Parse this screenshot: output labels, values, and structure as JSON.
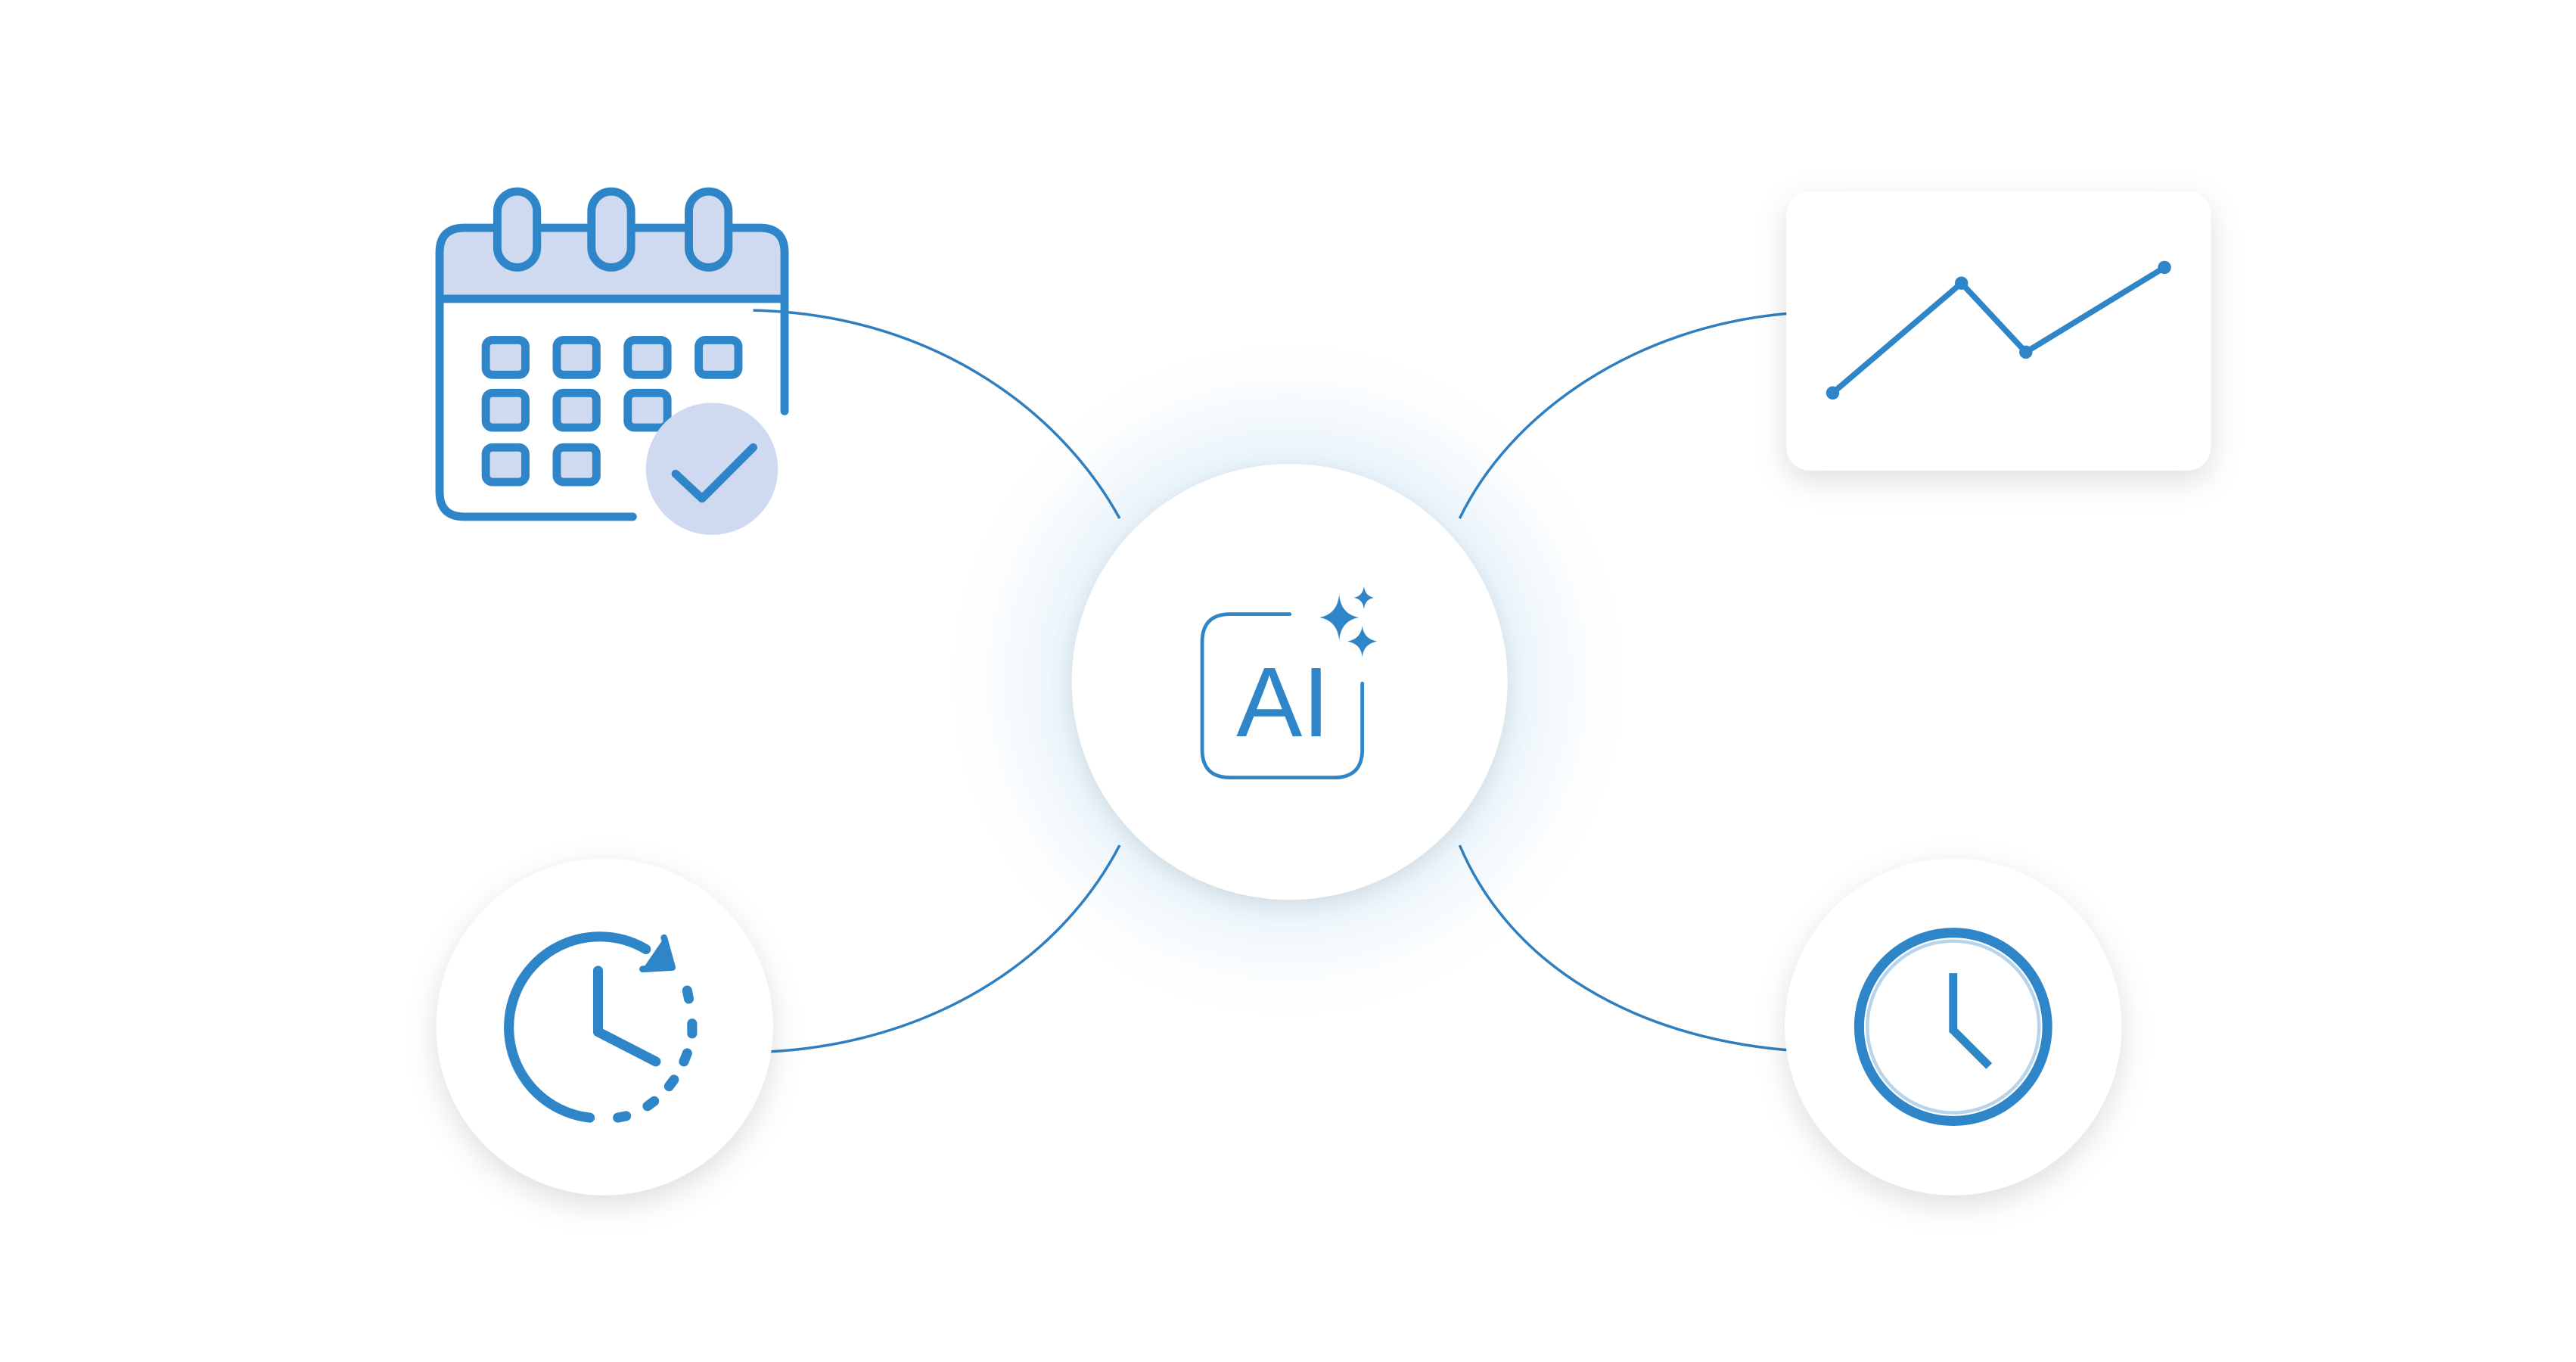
{
  "colors": {
    "accent": "#2e86c9",
    "accent_light_fill": "#cfdaf0",
    "background": "#ffffff",
    "card": "#ffffff",
    "glow": "#e3f1fb",
    "connector": "#2f7fc0"
  },
  "center": {
    "label": "AI",
    "icon": "ai-sparkle-icon"
  },
  "nodes": [
    {
      "id": "calendar",
      "icon": "calendar-check-icon",
      "position": "top-left"
    },
    {
      "id": "chart",
      "icon": "line-chart-icon",
      "position": "top-right"
    },
    {
      "id": "history",
      "icon": "clock-history-icon",
      "position": "bottom-left"
    },
    {
      "id": "clock",
      "icon": "clock-icon",
      "position": "bottom-right"
    }
  ],
  "line_chart": {
    "type": "line",
    "values": [
      0,
      3.5,
      1.3,
      4
    ]
  }
}
